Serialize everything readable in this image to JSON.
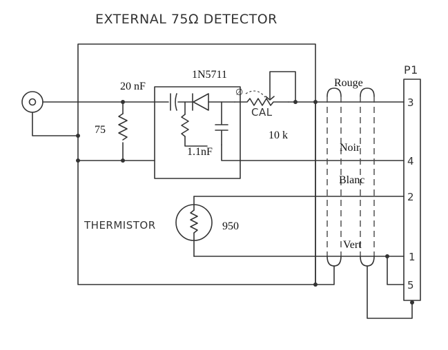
{
  "title": "EXTERNAL 75Ω DETECTOR",
  "components": {
    "capacitor_input": "20 nF",
    "diode": "1N5711",
    "resistor_input": "75",
    "capacitor_bypass": "1.1nF",
    "pot_label": "CAL",
    "pot_value": "10 k",
    "pot_mark": "∅",
    "thermistor_label": "THERMISTOR",
    "thermistor_value": "950"
  },
  "wires": {
    "rouge": "Rouge",
    "noir": "Noir",
    "blanc": "Blanc",
    "vert": "Vert"
  },
  "connector": {
    "name": "P1",
    "pins": [
      "3",
      "4",
      "2",
      "1",
      "5"
    ]
  }
}
